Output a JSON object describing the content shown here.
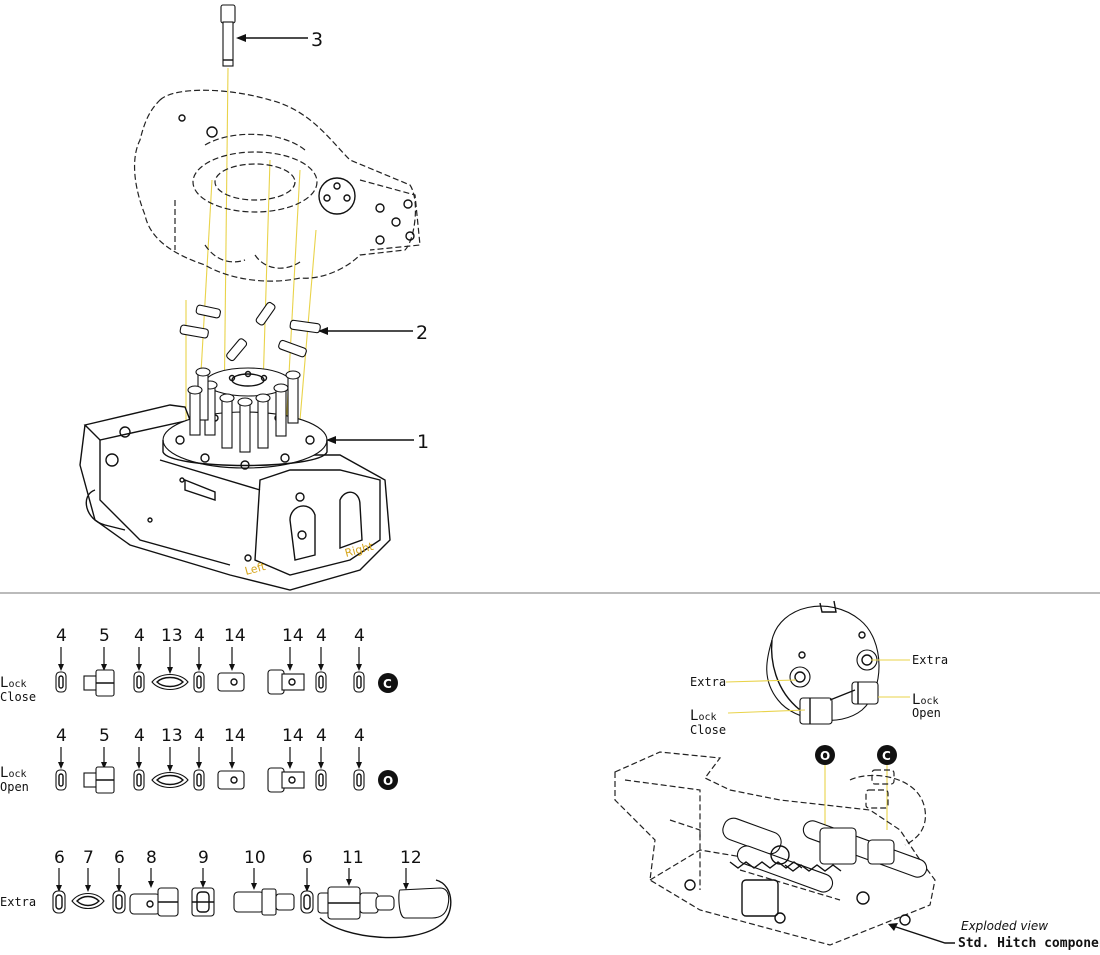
{
  "callouts": {
    "c1": "1",
    "c2": "2",
    "c3": "3"
  },
  "housing_labels": {
    "left": "Left",
    "right": "Right"
  },
  "rows": {
    "close": {
      "label_initial": "L",
      "label_rest": "ock",
      "label_sub": "Close",
      "numbers": [
        "4",
        "5",
        "4",
        "13",
        "4",
        "14",
        "14",
        "4",
        "4"
      ],
      "badge": "C"
    },
    "open": {
      "label_initial": "L",
      "label_rest": "ock",
      "label_sub": "Open",
      "numbers": [
        "4",
        "5",
        "4",
        "13",
        "4",
        "14",
        "14",
        "4",
        "4"
      ],
      "badge": "O"
    },
    "extra": {
      "label": "Extra",
      "numbers": [
        "6",
        "7",
        "6",
        "8",
        "9",
        "10",
        "6",
        "11",
        "12"
      ]
    }
  },
  "detail": {
    "extra_right": "Extra",
    "extra_left": "Extra",
    "lock_open_initial": "L",
    "lock_open_rest": "ock",
    "lock_open_sub": "Open",
    "lock_close_initial": "L",
    "lock_close_rest": "ock",
    "lock_close_sub": "Close",
    "badge_o": "O",
    "badge_c": "C"
  },
  "exploded": {
    "caption": "Exploded view",
    "title": "Std. Hitch components"
  }
}
